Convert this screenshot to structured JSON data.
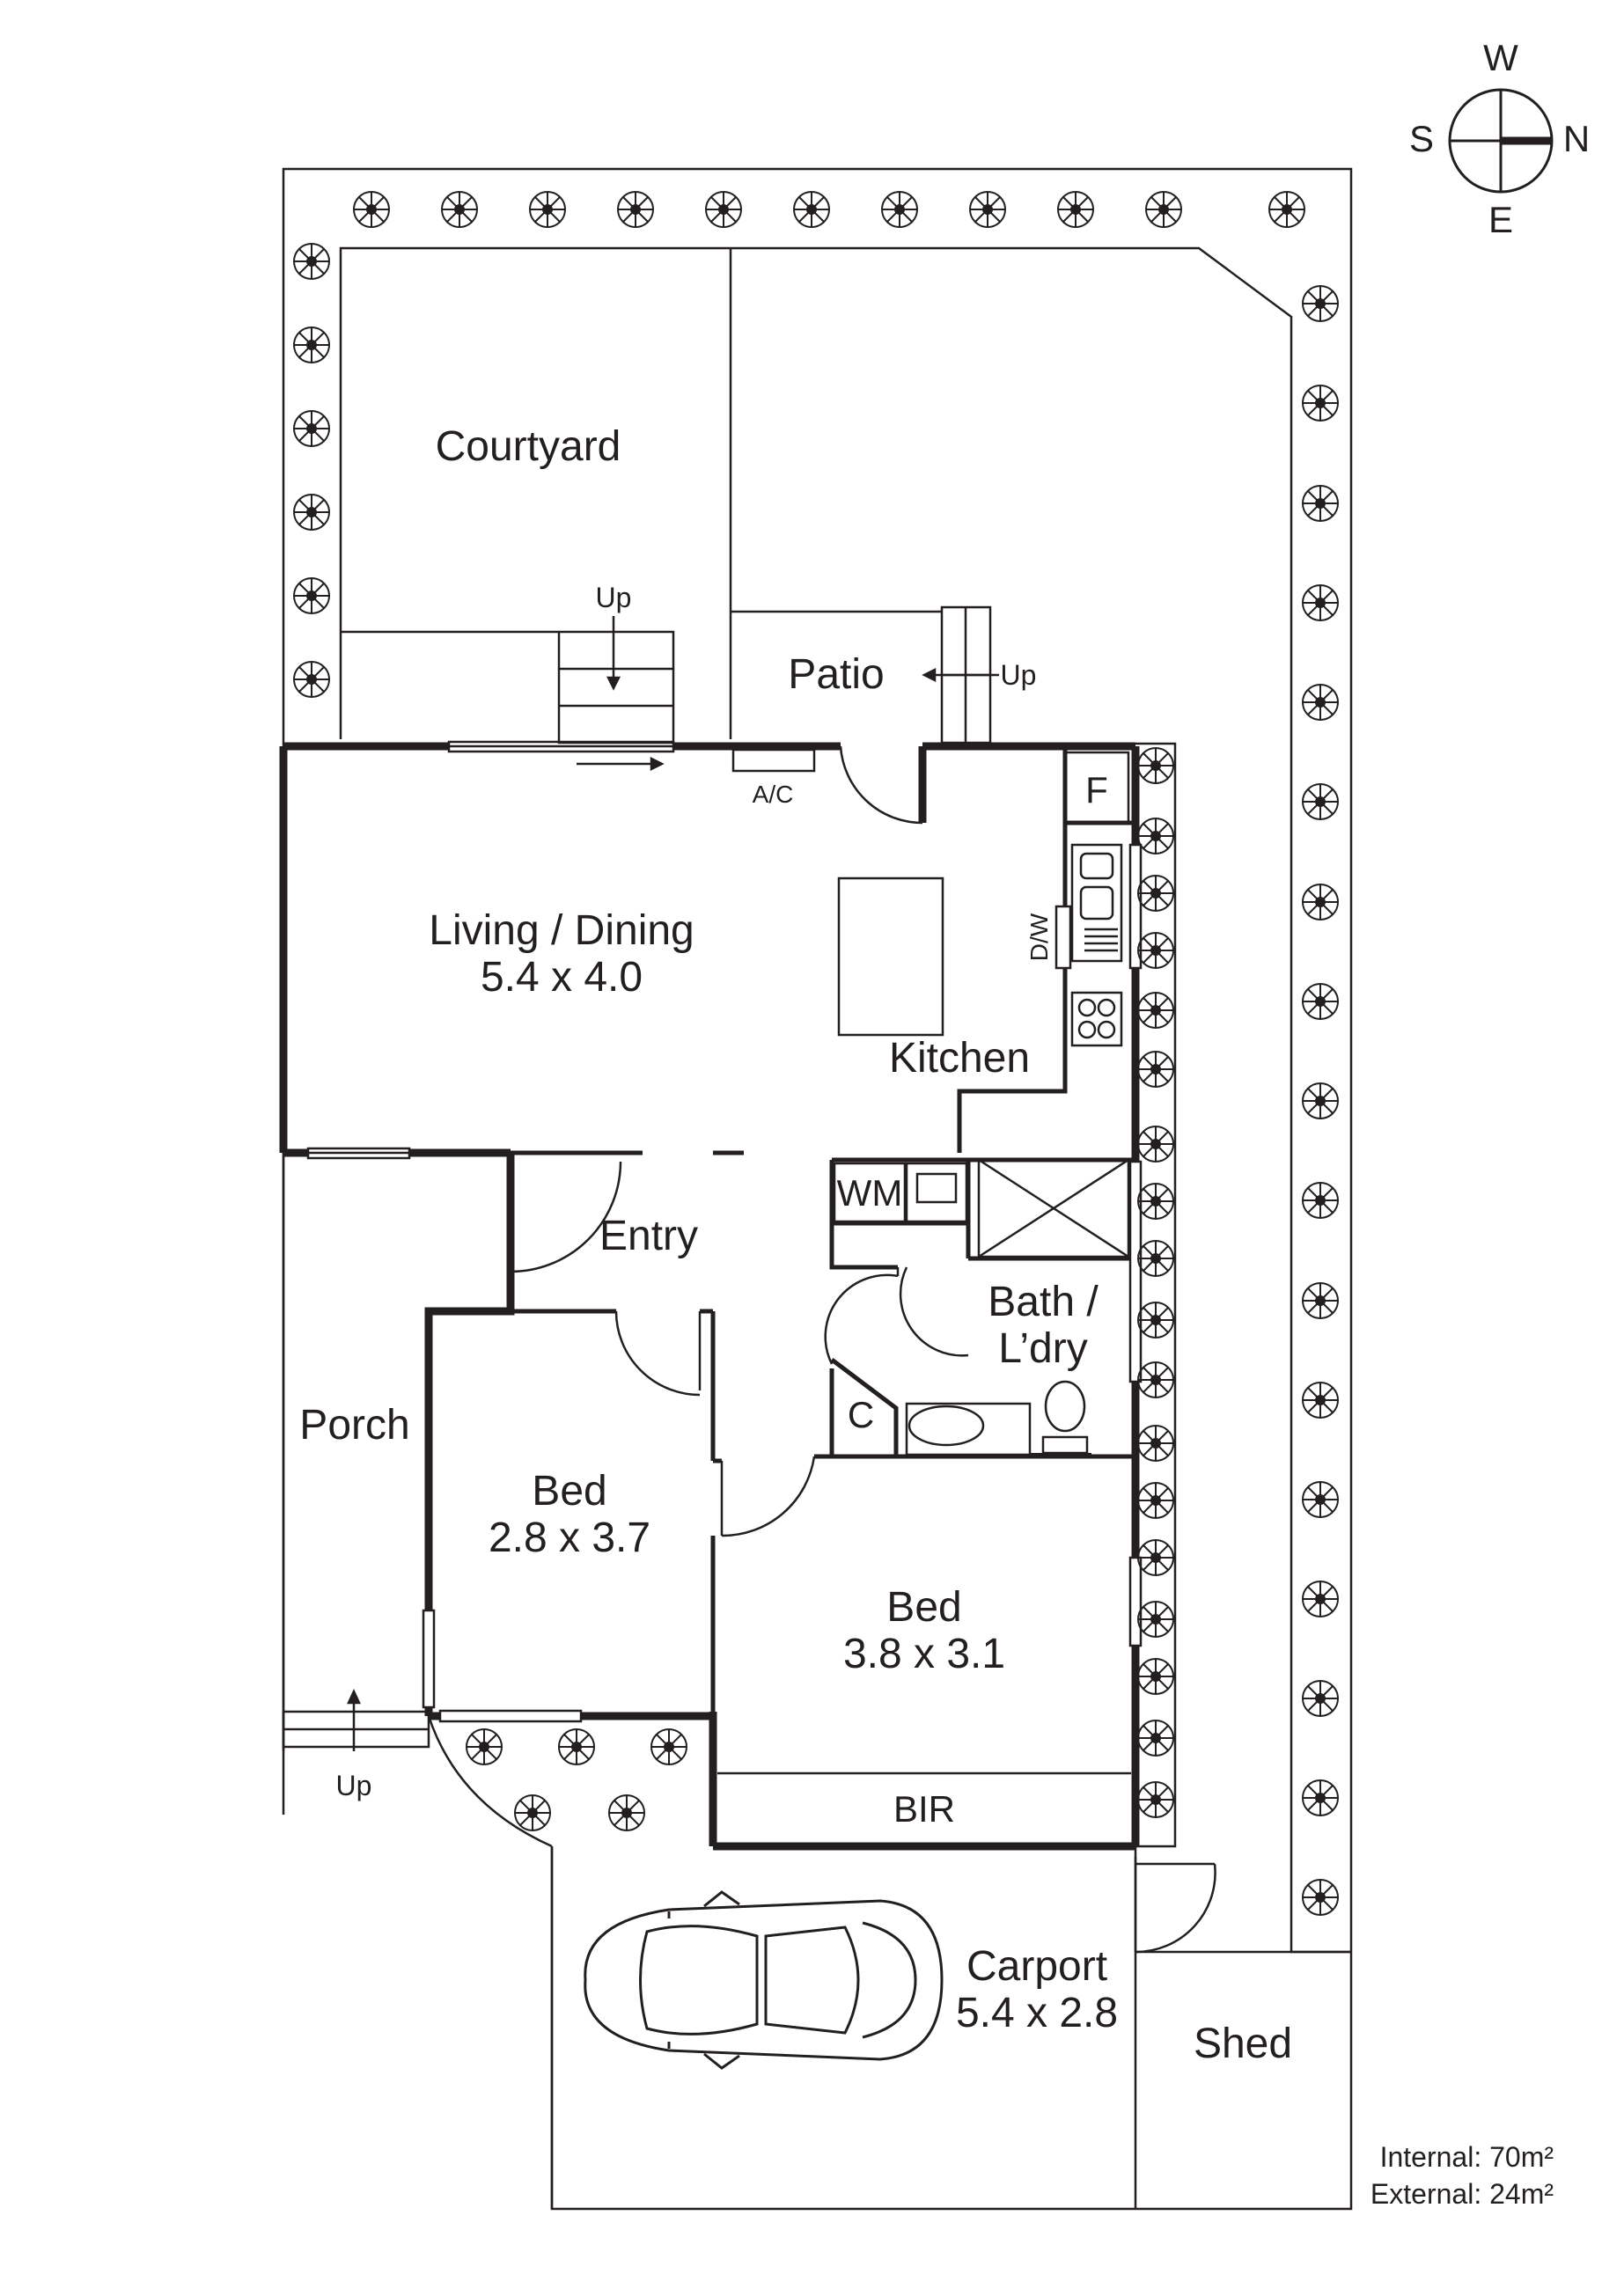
{
  "compass": {
    "north": "N",
    "south": "S",
    "east": "E",
    "west": "W"
  },
  "rooms": {
    "courtyard": "Courtyard",
    "patio": "Patio",
    "living_name": "Living / Dining",
    "living_size": "5.4 x 4.0",
    "kitchen": "Kitchen",
    "entry": "Entry",
    "porch": "Porch",
    "bath_line1": "Bath /",
    "bath_line2": "L’dry",
    "bed1_name": "Bed",
    "bed1_size": "2.8 x 3.7",
    "bed2_name": "Bed",
    "bed2_size": "3.8 x 3.1",
    "bir": "BIR",
    "carport_name": "Carport",
    "carport_size": "5.4 x 2.8",
    "shed": "Shed"
  },
  "fixtures": {
    "ac": "A/C",
    "fridge": "F",
    "dishwasher": "D/W",
    "washing_machine": "WM",
    "cupboard": "C"
  },
  "stairs": {
    "courtyard_up": "Up",
    "patio_up": "Up",
    "porch_up": "Up"
  },
  "areas": {
    "internal": "Internal: 70m²",
    "external": "External: 24m²"
  },
  "colors": {
    "line": "#231f20",
    "background": "#ffffff"
  }
}
